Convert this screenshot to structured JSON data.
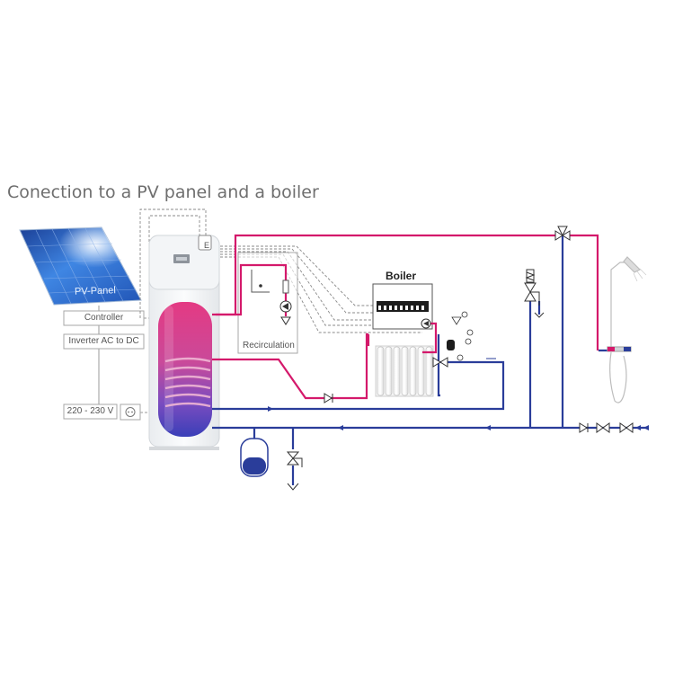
{
  "title": "Conection to a PV panel and a boiler",
  "pv_panel": {
    "label": "PV-Panel"
  },
  "controller": {
    "label": "Controller"
  },
  "inverter": {
    "label": "Inverter AC to DC"
  },
  "voltage": {
    "label": "220 - 230 V"
  },
  "boiler": {
    "label": "Boiler"
  },
  "recirculation": {
    "label": "Recirculation"
  },
  "heat_pump": {
    "e_label": "E"
  },
  "colors": {
    "hot_water": "#d4196b",
    "cold_water": "#2a3d9a",
    "tank_hot": "#e0307f",
    "tank_cold": "#3a3fb8",
    "panel_blue": "#2c64c8",
    "dashed_wire": "#8a8a8a",
    "title_gray": "#6f6f6f"
  }
}
